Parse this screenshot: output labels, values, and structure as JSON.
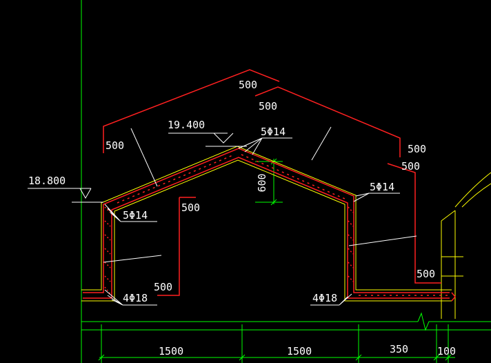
{
  "drawing": {
    "elevations": {
      "left": "18.800",
      "top": "19.400"
    },
    "rebar": {
      "ridge": "5Φ14",
      "left_eave": "5Φ14",
      "right_eave": "5Φ14",
      "left_base": "4Φ18",
      "right_base": "4Φ18"
    },
    "dimensions": {
      "ridge_height": "600",
      "top_left_lap": "500",
      "top_right_lap": "500",
      "left_hook": "500",
      "right_hook_upper": "500",
      "right_hook_lower": "500",
      "inner_hook_top": "500",
      "inner_hook_bottom": "500",
      "right_bottom": "500"
    },
    "bottom_dims": [
      "1500",
      "1500",
      "350",
      "100"
    ],
    "colors": {
      "background": "#000000",
      "grid_line": "#00ff00",
      "rebar": "#ff2020",
      "concrete_outline": "#ffff00",
      "leader": "#ffffff",
      "text": "#ffffff"
    }
  }
}
